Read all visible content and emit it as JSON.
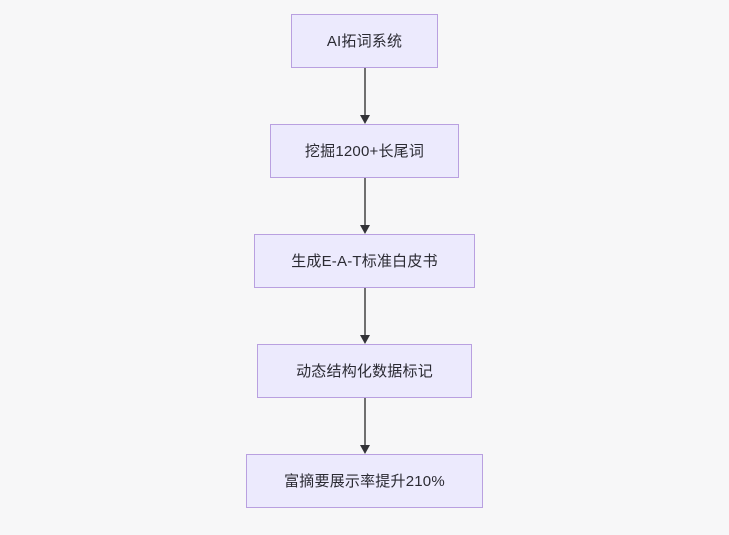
{
  "diagram": {
    "type": "flowchart",
    "orientation": "top-to-bottom",
    "background_color": "#f7f7f8",
    "node_fill_color": "#eceafd",
    "node_border_color": "#b9a0e0",
    "node_text_color": "#2b2b33",
    "connector_color": "#707070",
    "arrowhead_color": "#333338",
    "nodes": [
      {
        "id": "n1",
        "label": "AI拓词系统"
      },
      {
        "id": "n2",
        "label": "挖掘1200+长尾词"
      },
      {
        "id": "n3",
        "label": "生成E-A-T标准白皮书"
      },
      {
        "id": "n4",
        "label": "动态结构化数据标记"
      },
      {
        "id": "n5",
        "label": "富摘要展示率提升210%"
      }
    ],
    "edges": [
      {
        "from": "n1",
        "to": "n2"
      },
      {
        "from": "n2",
        "to": "n3"
      },
      {
        "from": "n3",
        "to": "n4"
      },
      {
        "from": "n4",
        "to": "n5"
      }
    ]
  }
}
